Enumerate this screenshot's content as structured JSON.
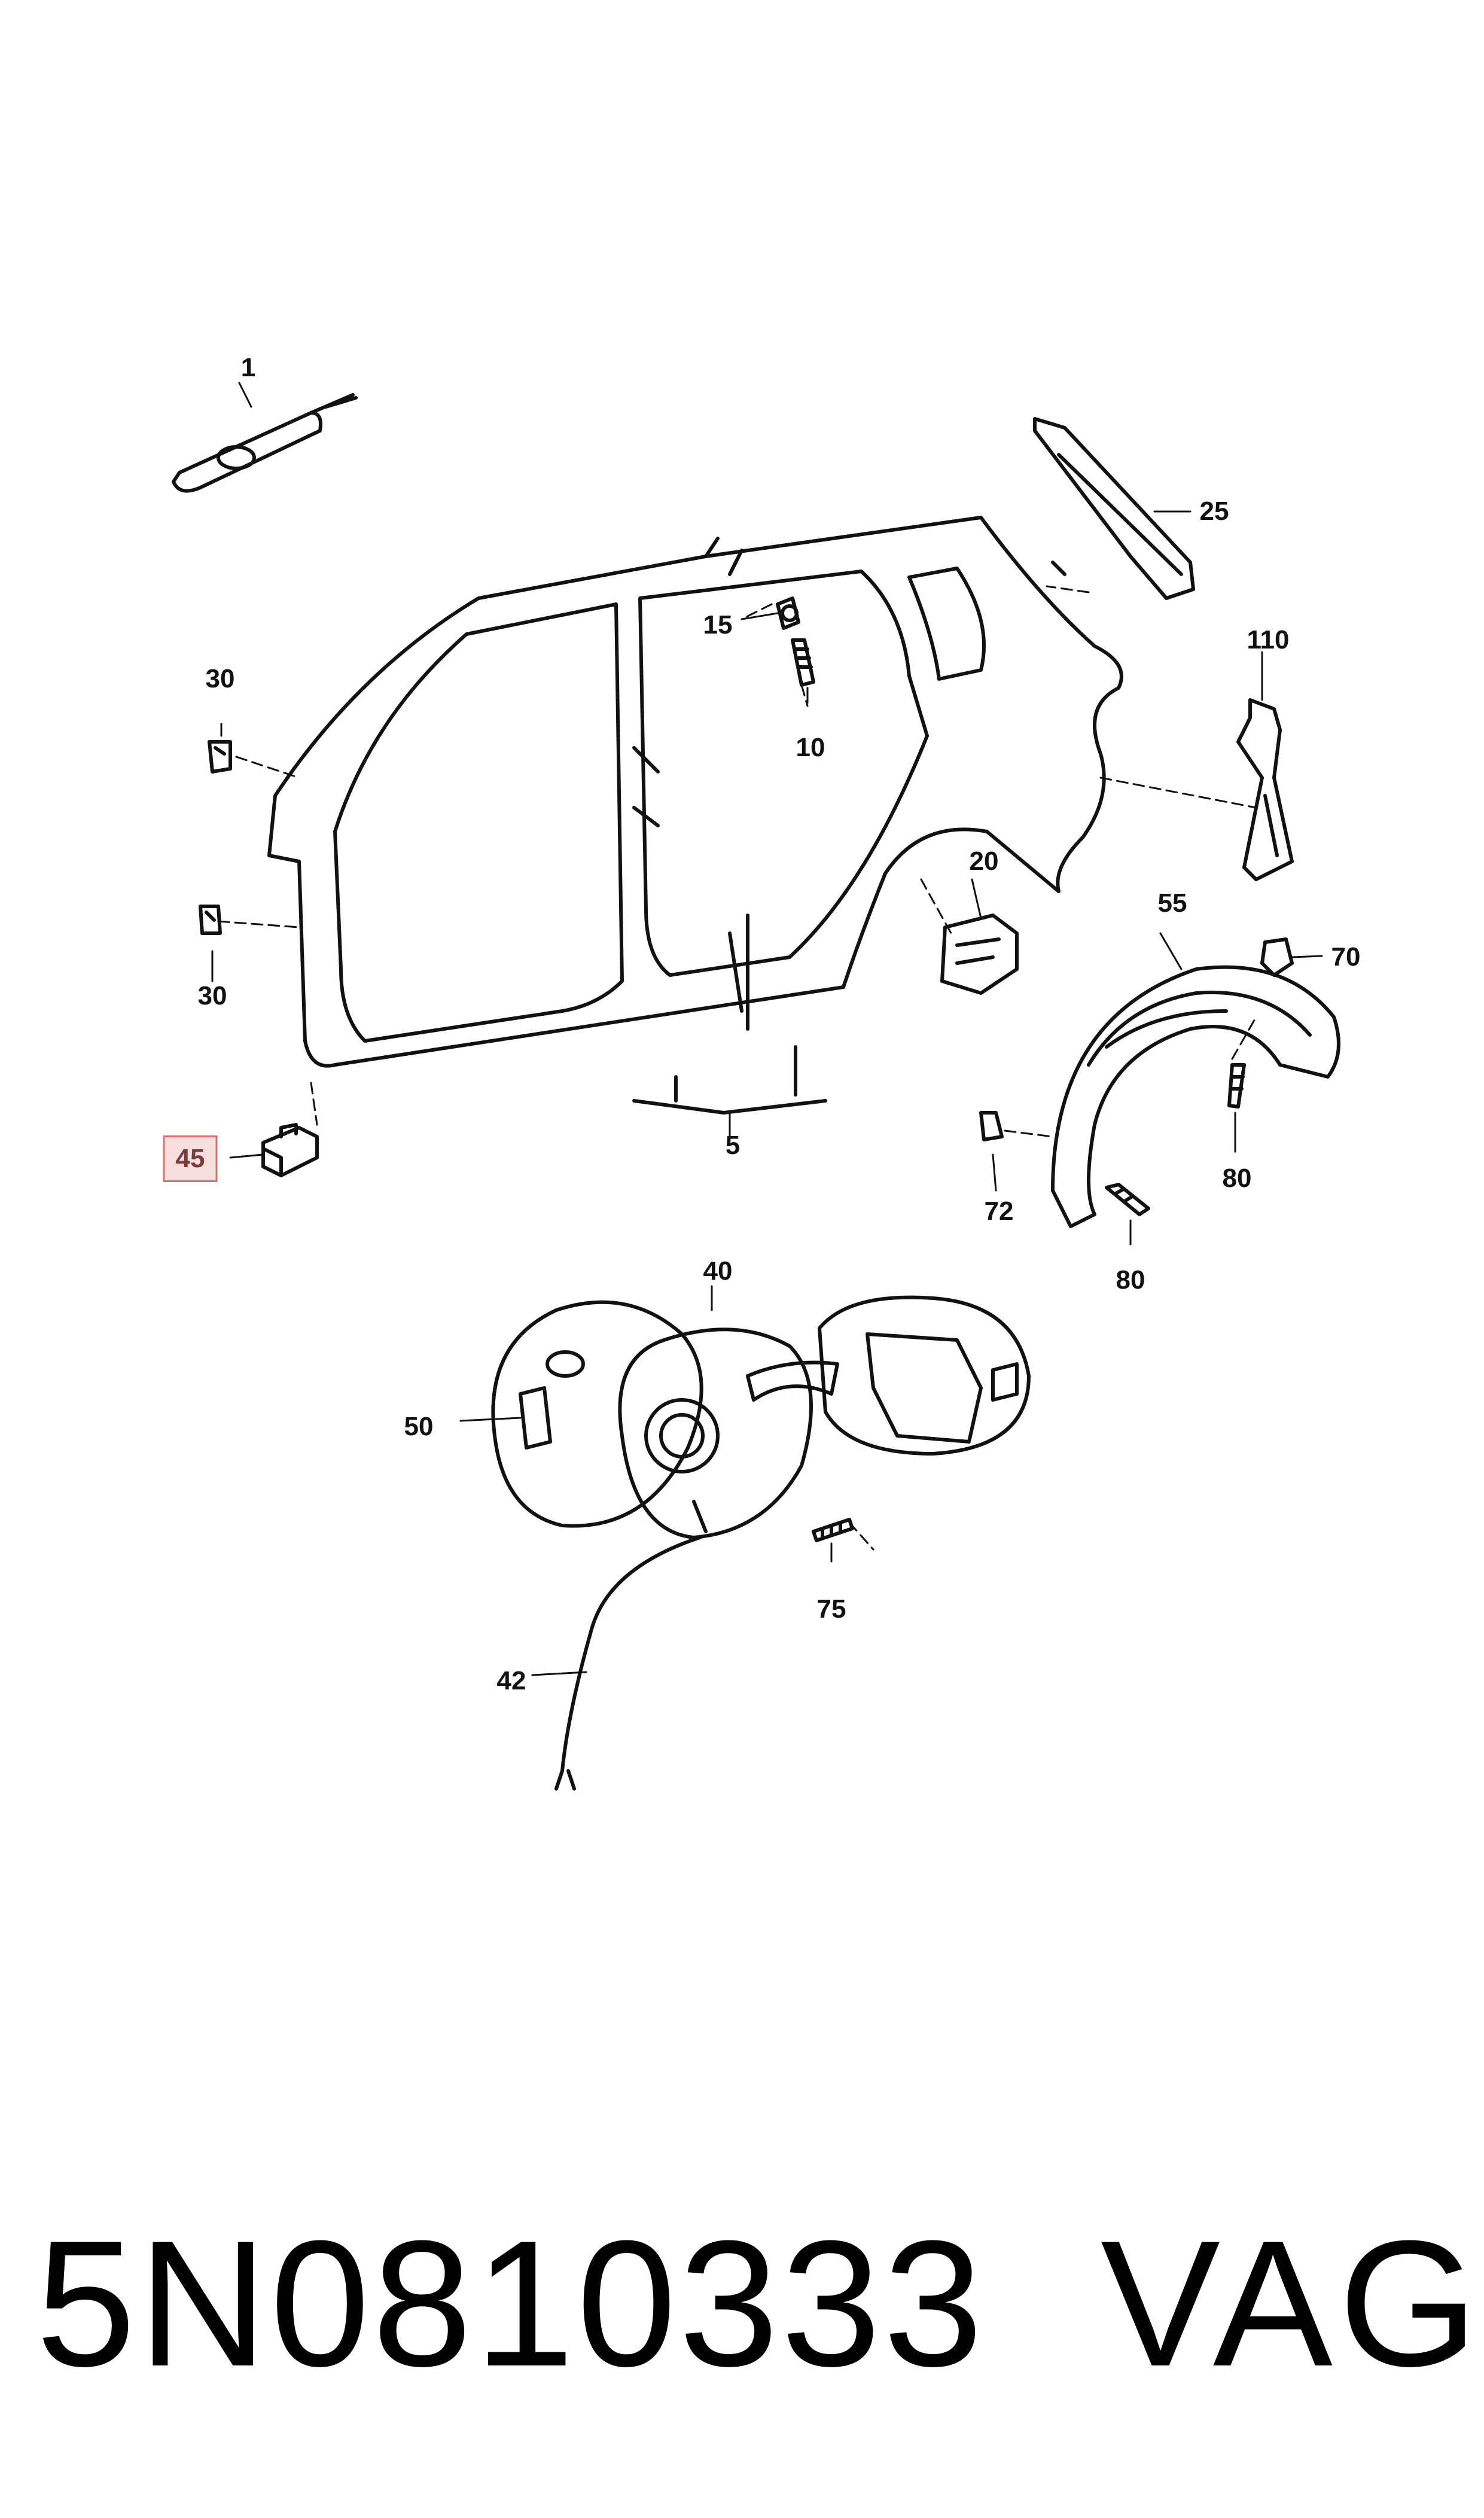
{
  "diagram": {
    "callouts": [
      {
        "id": "c1",
        "label": "1"
      },
      {
        "id": "c25",
        "label": "25"
      },
      {
        "id": "c15",
        "label": "15"
      },
      {
        "id": "c10",
        "label": "10"
      },
      {
        "id": "c30a",
        "label": "30"
      },
      {
        "id": "c30b",
        "label": "30"
      },
      {
        "id": "c110",
        "label": "110"
      },
      {
        "id": "c20",
        "label": "20"
      },
      {
        "id": "c55",
        "label": "55"
      },
      {
        "id": "c70",
        "label": "70"
      },
      {
        "id": "c5",
        "label": "5"
      },
      {
        "id": "c45",
        "label": "45",
        "highlighted": true
      },
      {
        "id": "c72",
        "label": "72"
      },
      {
        "id": "c80a",
        "label": "80"
      },
      {
        "id": "c80b",
        "label": "80"
      },
      {
        "id": "c40",
        "label": "40"
      },
      {
        "id": "c50",
        "label": "50"
      },
      {
        "id": "c75",
        "label": "75"
      },
      {
        "id": "c42",
        "label": "42"
      }
    ],
    "highlight_color": "#e06a6a"
  },
  "footer": {
    "part_number": "5N0810333",
    "brand": "VAG"
  }
}
